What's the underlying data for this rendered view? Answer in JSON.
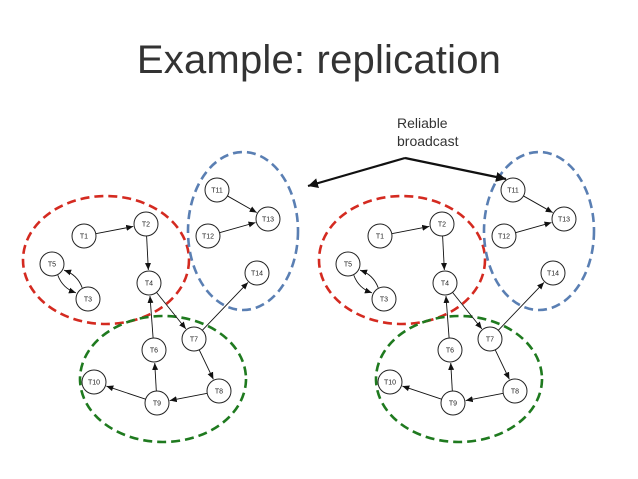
{
  "title": "Example: replication",
  "annotation": {
    "line1": "Reliable",
    "line2": "broadcast"
  },
  "colors": {
    "group_red": "#d42a20",
    "group_green": "#1f7a1f",
    "group_blue": "#5a7fb3",
    "text": "#333333"
  },
  "replicas": [
    {
      "nodes": [
        "T1",
        "T2",
        "T3",
        "T4",
        "T5",
        "T6",
        "T7",
        "T8",
        "T9",
        "T10",
        "T11",
        "T12",
        "T13",
        "T14"
      ],
      "groups": [
        {
          "color": "red",
          "members": [
            "T1",
            "T2",
            "T3",
            "T4",
            "T5"
          ]
        },
        {
          "color": "blue",
          "members": [
            "T11",
            "T12",
            "T13",
            "T14"
          ]
        },
        {
          "color": "green",
          "members": [
            "T6",
            "T7",
            "T8",
            "T9",
            "T10"
          ]
        }
      ],
      "edges": [
        [
          "T1",
          "T2"
        ],
        [
          "T2",
          "T4"
        ],
        [
          "T3",
          "T5"
        ],
        [
          "T5",
          "T3"
        ],
        [
          "T4",
          "T7"
        ],
        [
          "T6",
          "T4"
        ],
        [
          "T7",
          "T14"
        ],
        [
          "T7",
          "T8"
        ],
        [
          "T8",
          "T9"
        ],
        [
          "T9",
          "T6"
        ],
        [
          "T9",
          "T10"
        ],
        [
          "T11",
          "T13"
        ],
        [
          "T12",
          "T13"
        ]
      ]
    },
    {
      "nodes": [
        "T1",
        "T2",
        "T3",
        "T4",
        "T5",
        "T6",
        "T7",
        "T8",
        "T9",
        "T10",
        "T11",
        "T12",
        "T13",
        "T14"
      ],
      "groups": [
        {
          "color": "red",
          "members": [
            "T1",
            "T2",
            "T3",
            "T4",
            "T5"
          ]
        },
        {
          "color": "blue",
          "members": [
            "T11",
            "T12",
            "T13",
            "T14"
          ]
        },
        {
          "color": "green",
          "members": [
            "T6",
            "T7",
            "T8",
            "T9",
            "T10"
          ]
        }
      ],
      "edges": [
        [
          "T1",
          "T2"
        ],
        [
          "T2",
          "T4"
        ],
        [
          "T3",
          "T5"
        ],
        [
          "T5",
          "T3"
        ],
        [
          "T4",
          "T7"
        ],
        [
          "T6",
          "T4"
        ],
        [
          "T7",
          "T14"
        ],
        [
          "T7",
          "T8"
        ],
        [
          "T8",
          "T9"
        ],
        [
          "T9",
          "T6"
        ],
        [
          "T9",
          "T10"
        ],
        [
          "T11",
          "T13"
        ],
        [
          "T12",
          "T13"
        ]
      ]
    }
  ]
}
